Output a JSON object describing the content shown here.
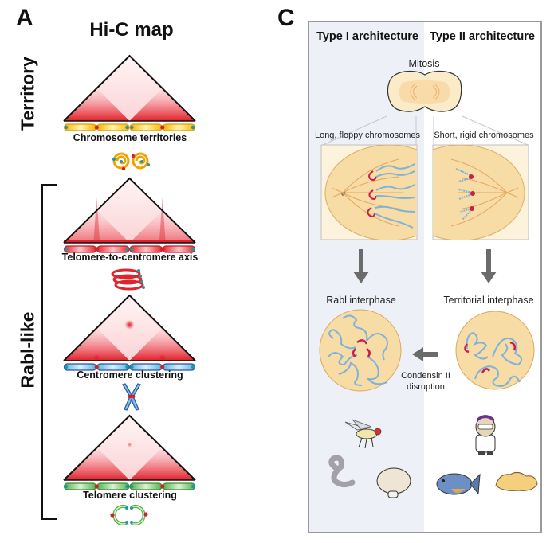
{
  "panel_a": {
    "letter": "A",
    "title": "Hi-C map",
    "group_labels": {
      "territory": "Territory",
      "rabl_like": "Rabl-like"
    },
    "maps": [
      {
        "caption": "Chromosome territories",
        "color": "#f4a300",
        "icon": "spiral-territory-icon"
      },
      {
        "caption": "Telomere-to-centromere axis",
        "color": "#e0242c",
        "icon": "coiled-chromosome-icon"
      },
      {
        "caption": "Centromere clustering",
        "color": "#5aa7dc",
        "icon": "x-chromosome-icon"
      },
      {
        "caption": "Telomere clustering",
        "color": "#6cbf5a",
        "icon": "ring-telomere-icon"
      }
    ]
  },
  "panel_c": {
    "letter": "C",
    "type_i": "Type I architecture",
    "type_ii": "Type II architecture",
    "mitosis": "Mitosis",
    "long_floppy": "Long, floppy chromosomes",
    "short_rigid": "Short, rigid chromosomes",
    "rabl_interphase": "Rabl interphase",
    "territorial_interphase": "Territorial interphase",
    "condensin_line1": "Condensin II",
    "condensin_line2": "disruption",
    "organisms_type_i": [
      "fruit-fly",
      "yeast",
      "mushroom"
    ],
    "organisms_type_ii": [
      "human",
      "fish",
      "sea-slug"
    ],
    "colors": {
      "cell": "#f7dca6",
      "cell_border": "#d9a95d",
      "chromatin": "#7fb2db",
      "centromere": "#c81e4a",
      "arrow": "#6b6b6b",
      "shade": "#eef0f7"
    }
  }
}
